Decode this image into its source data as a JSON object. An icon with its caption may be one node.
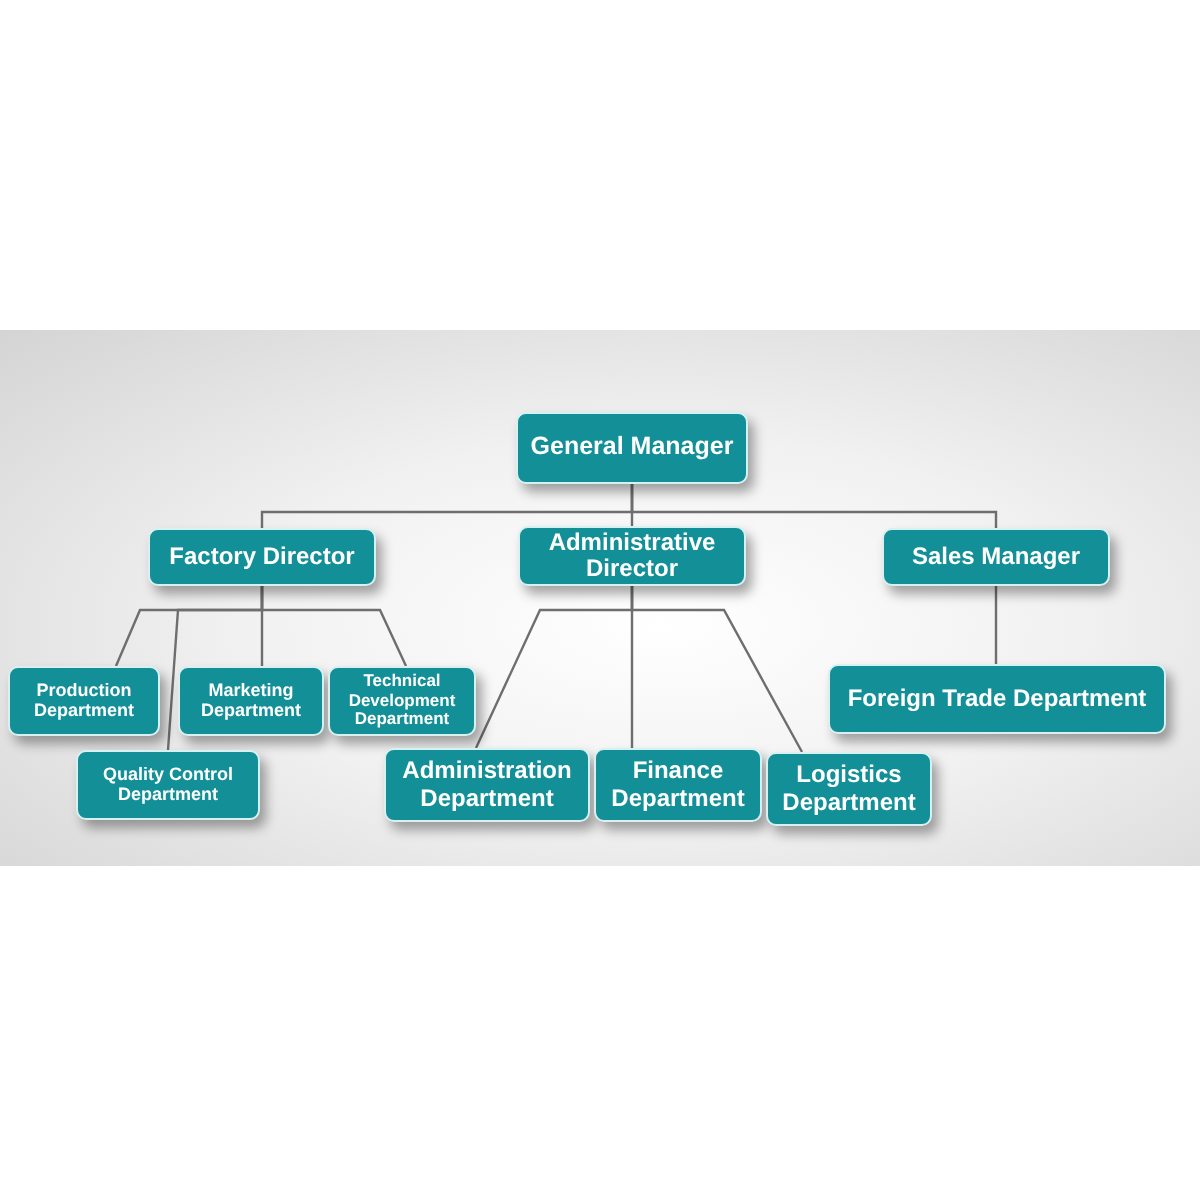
{
  "diagram": {
    "nodes": [
      {
        "text": [
          "General Manager"
        ]
      },
      {
        "text": [
          "Factory Director"
        ]
      },
      {
        "text": [
          "Administrative Director"
        ]
      },
      {
        "text": [
          "Sales Manager"
        ]
      },
      {
        "text": [
          "Production Department"
        ]
      },
      {
        "text": [
          "Marketing Department"
        ]
      },
      {
        "text": [
          "Technical Development Department"
        ]
      },
      {
        "text": [
          "Foreign Trade Department"
        ]
      },
      {
        "text": [
          "Quality Control Department"
        ]
      },
      {
        "text": [
          "Administration Department"
        ]
      },
      {
        "text": [
          "Finance Department"
        ]
      },
      {
        "text": [
          "Logistics Department"
        ]
      }
    ],
    "edges": [
      {
        "from": 0,
        "to": 1,
        "arrow": "none"
      },
      {
        "from": 0,
        "to": 2,
        "arrow": "none"
      },
      {
        "from": 0,
        "to": 3,
        "arrow": "none"
      },
      {
        "from": 1,
        "to": 4,
        "arrow": "none"
      },
      {
        "from": 1,
        "to": 8,
        "arrow": "none"
      },
      {
        "from": 1,
        "to": 5,
        "arrow": "none"
      },
      {
        "from": 1,
        "to": 6,
        "arrow": "none"
      },
      {
        "from": 2,
        "to": 9,
        "arrow": "none"
      },
      {
        "from": 2,
        "to": 10,
        "arrow": "none"
      },
      {
        "from": 2,
        "to": 11,
        "arrow": "none"
      },
      {
        "from": 3,
        "to": 7,
        "arrow": "none"
      }
    ]
  }
}
